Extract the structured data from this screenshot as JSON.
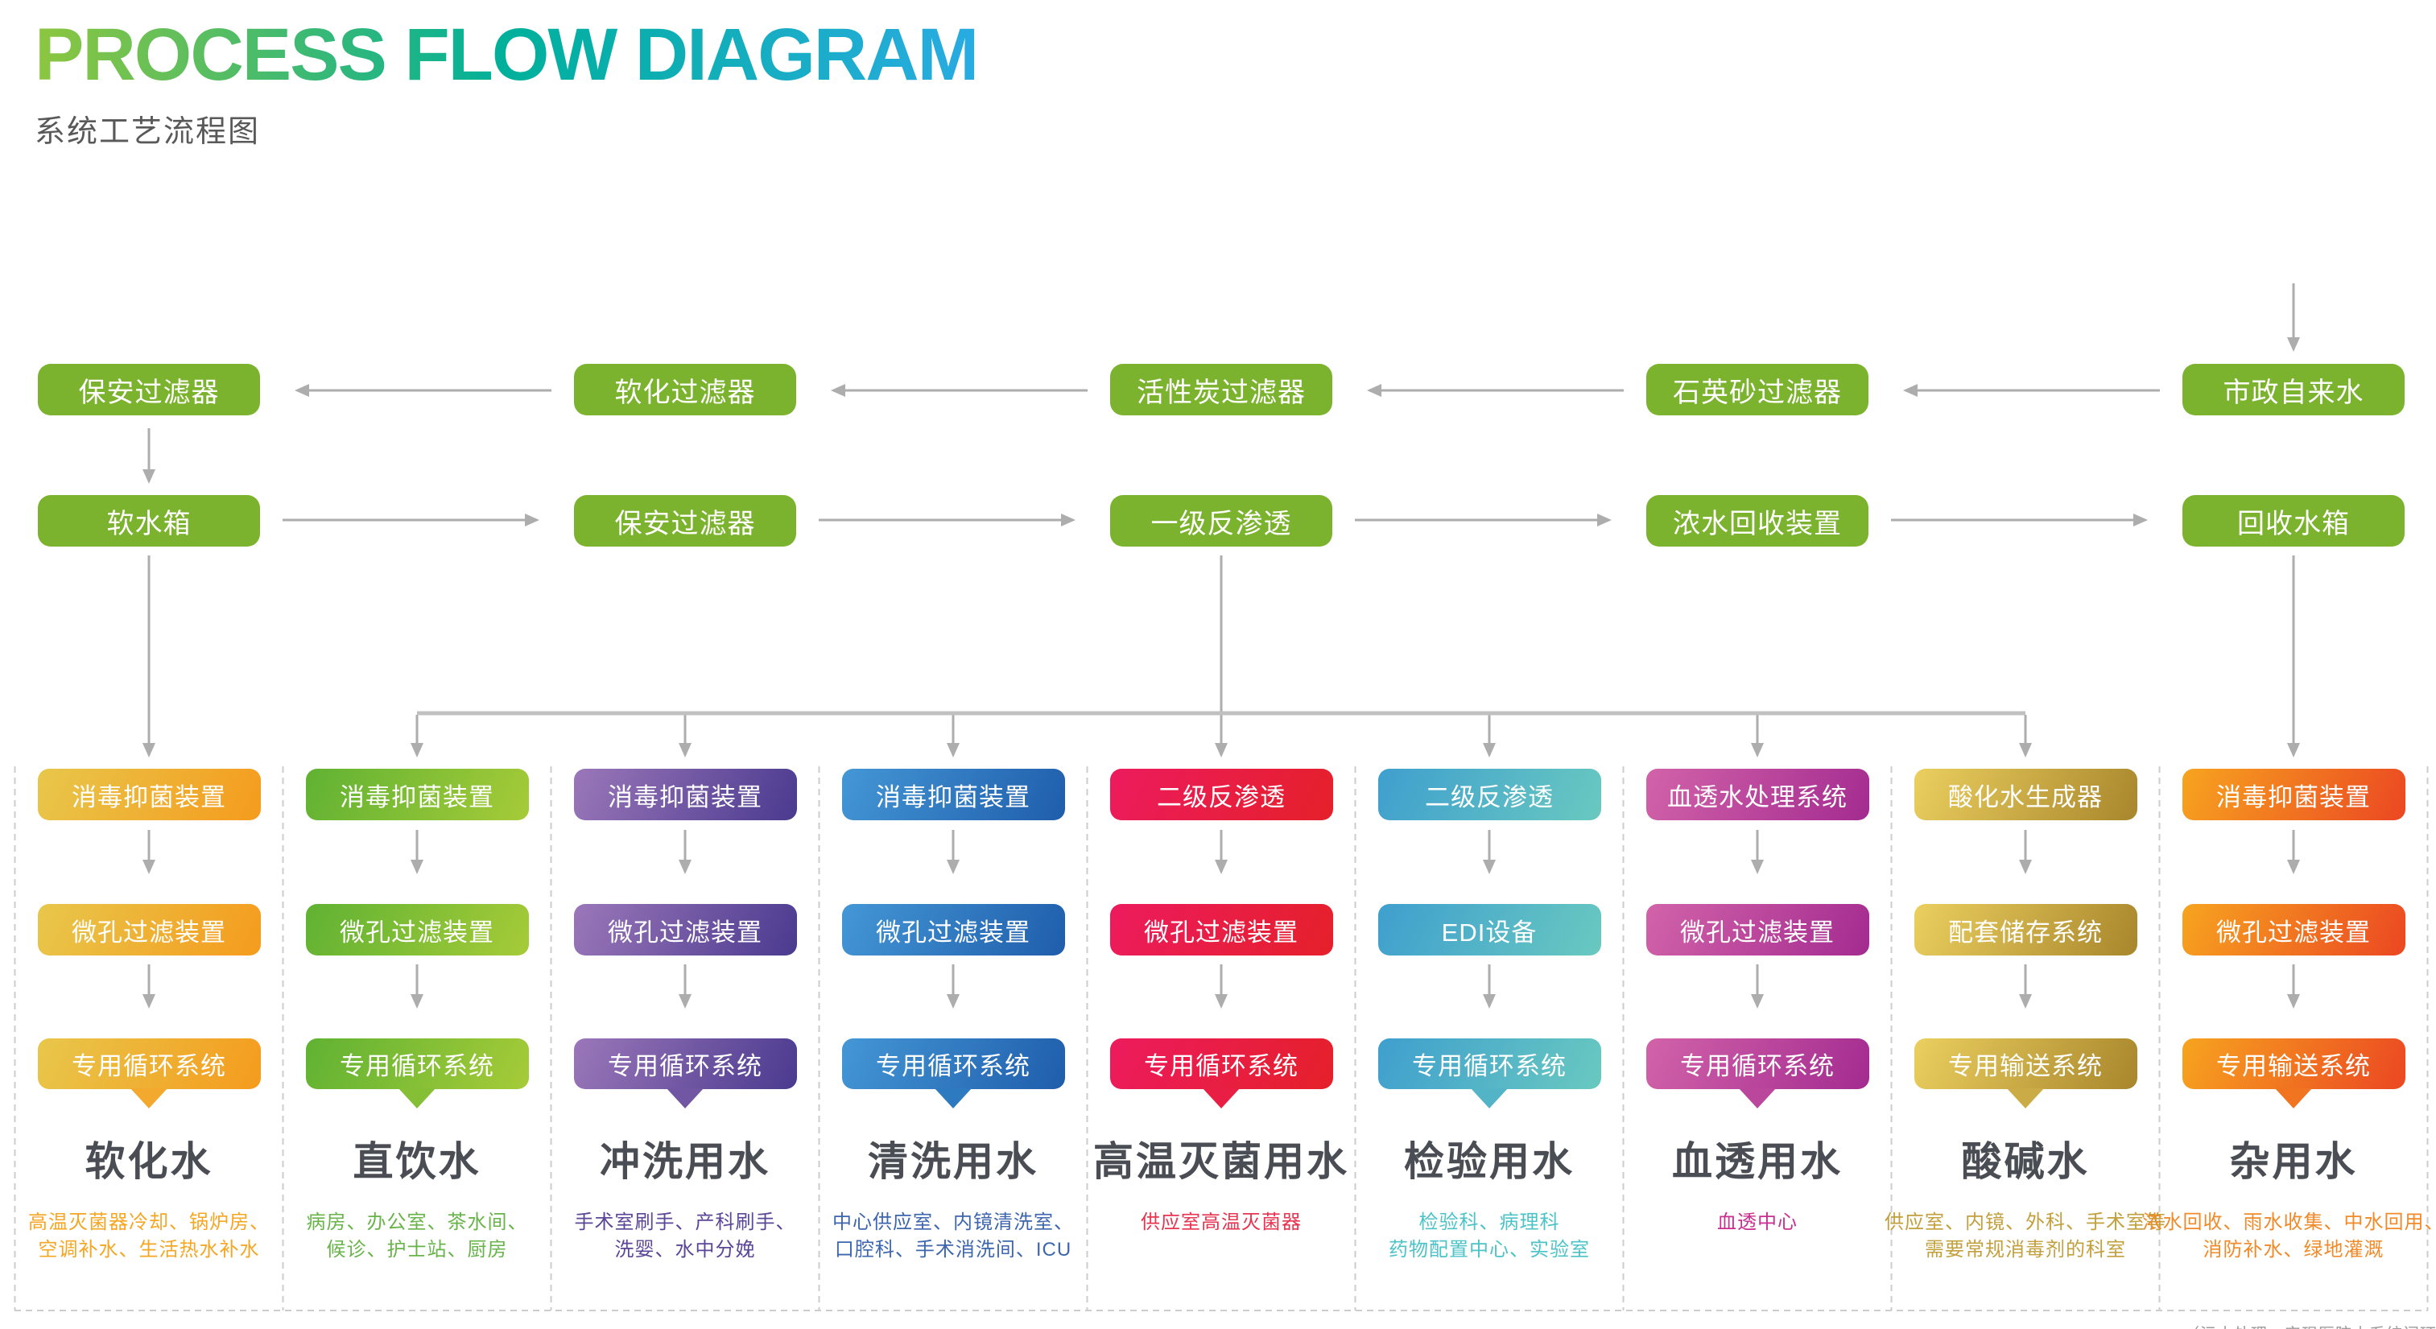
{
  "header": {
    "title": "PROCESS FLOW DIAGRAM",
    "subtitle": "系统工艺流程图",
    "title_gradient": [
      "#8dc63f",
      "#00b09b",
      "#29abe2"
    ]
  },
  "pretreatment": {
    "box_color": "#7cb32e",
    "row1": [
      "保安过滤器",
      "软化过滤器",
      "活性炭过滤器",
      "石英砂过滤器",
      "市政自来水"
    ],
    "row2": [
      "软水箱",
      "保安过滤器",
      "一级反渗透",
      "浓水回收装置",
      "回收水箱"
    ]
  },
  "columns": [
    {
      "boxes": [
        "消毒抑菌装置",
        "微孔过滤装置",
        "专用循环系统"
      ],
      "title": "软化水",
      "desc": [
        "高温灭菌器冷却、锅炉房、",
        "空调补水、生活热水补水"
      ],
      "colors": {
        "from": "#e8c74b",
        "to": "#f59b1d",
        "tail": "#f3a82e",
        "desc": "#f5a623"
      }
    },
    {
      "boxes": [
        "消毒抑菌装置",
        "微孔过滤装置",
        "专用循环系统"
      ],
      "title": "直饮水",
      "desc": [
        "病房、办公室、茶水间、",
        "候诊、护士站、厨房"
      ],
      "colors": {
        "from": "#60b233",
        "to": "#a6cb38",
        "tail": "#84bf35",
        "desc": "#68b44a"
      }
    },
    {
      "boxes": [
        "消毒抑菌装置",
        "微孔过滤装置",
        "专用循环系统"
      ],
      "title": "冲洗用水",
      "desc": [
        "手术室刷手、产科刷手、",
        "洗婴、水中分娩"
      ],
      "colors": {
        "from": "#9b77b9",
        "to": "#4a3a8f",
        "tail": "#7156a4",
        "desc": "#5c4697"
      }
    },
    {
      "boxes": [
        "消毒抑菌装置",
        "微孔过滤装置",
        "专用循环系统"
      ],
      "title": "清洗用水",
      "desc": [
        "中心供应室、内镜清洗室、",
        "口腔科、手术消洗间、ICU"
      ],
      "colors": {
        "from": "#4497d6",
        "to": "#1f5dab",
        "tail": "#2e7ac1",
        "desc": "#3d66ae"
      }
    },
    {
      "boxes": [
        "二级反渗透",
        "微孔过滤装置",
        "专用循环系统"
      ],
      "title": "高温灭菌用水",
      "desc": [
        "供应室高温灭菌器"
      ],
      "colors": {
        "from": "#ec1b5e",
        "to": "#e52029",
        "tail": "#e81e44",
        "desc": "#e73551"
      }
    },
    {
      "boxes": [
        "二级反渗透",
        "EDI设备",
        "专用循环系统"
      ],
      "title": "检验用水",
      "desc": [
        "检验科、病理科",
        "药物配置中心、实验室"
      ],
      "colors": {
        "from": "#3f9fce",
        "to": "#69c9c0",
        "tail": "#54b4c7",
        "desc": "#4cc3c7"
      }
    },
    {
      "boxes": [
        "血透水处理系统",
        "微孔过滤装置",
        "专用循环系统"
      ],
      "title": "血透用水",
      "desc": [
        "血透中心"
      ],
      "colors": {
        "from": "#d263a9",
        "to": "#a32b90",
        "tail": "#bb479d",
        "desc": "#c82f90"
      }
    },
    {
      "boxes": [
        "酸化水生成器",
        "配套储存系统",
        "专用输送系统"
      ],
      "title": "酸碱水",
      "desc": [
        "供应室、内镜、外科、手术室等",
        "需要常规消毒剂的科室"
      ],
      "colors": {
        "from": "#ebcf5f",
        "to": "#a8862c",
        "tail": "#caab46",
        "desc": "#c2a03d"
      }
    },
    {
      "boxes": [
        "消毒抑菌装置",
        "微孔过滤装置",
        "专用输送系统"
      ],
      "title": "杂用水",
      "desc": [
        "浓水回收、雨水收集、中水回用、",
        "消防补水、绿地灌溉"
      ],
      "colors": {
        "from": "#f7a41f",
        "to": "#eb4722",
        "tail": "#f17521",
        "desc": "#f18a28"
      }
    }
  ],
  "footer_note": "（污水处理，实现医院水系统闭环）"
}
